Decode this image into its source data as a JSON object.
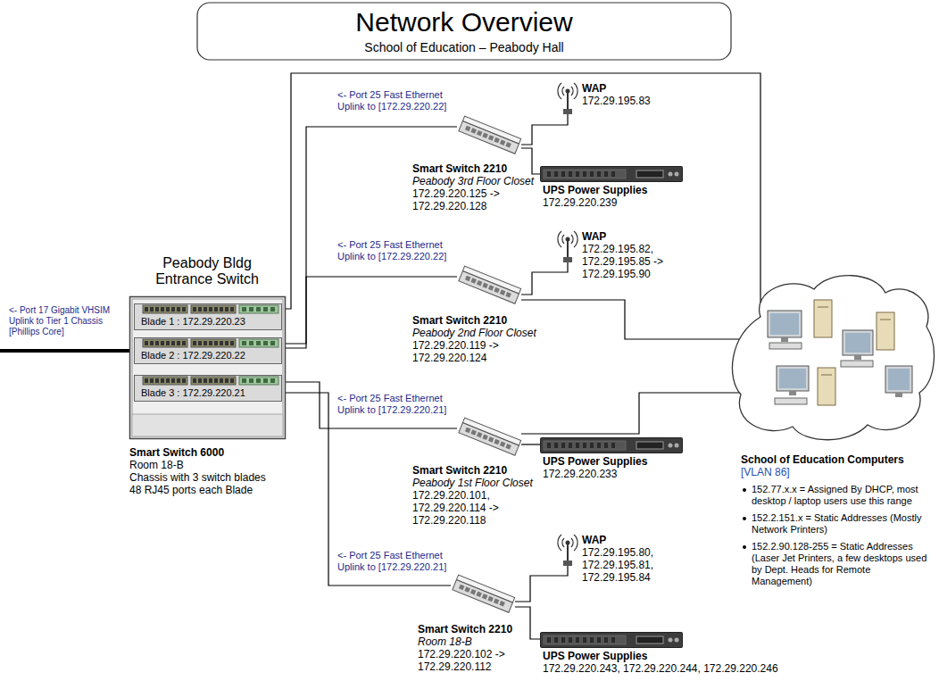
{
  "diagram": {
    "nodes": [
      {
        "text": [
          "Network Overview",
          "School of Education – Peabody Hall"
        ]
      },
      {
        "text": [
          "Peabody Bldg Entrance Switch",
          "Smart Switch 6000",
          "Room 18-B",
          "Chassis with 3 switch blades",
          "48 RJ45 ports each Blade"
        ]
      },
      {
        "text": [
          "Blade 1 : 172.29.220.23"
        ],
        "in": 1
      },
      {
        "text": [
          "Blade 2 : 172.29.220.22"
        ],
        "in": 1
      },
      {
        "text": [
          "Blade 3 : 172.29.220.21"
        ],
        "in": 1
      },
      {
        "text": [
          "Smart Switch 2210",
          "Peabody 3rd Floor Closet",
          "172.29.220.125 -> 172.29.220.128"
        ]
      },
      {
        "text": [
          "WAP",
          "172.29.195.83"
        ]
      },
      {
        "text": [
          "UPS Power Supplies",
          "172.29.220.239"
        ]
      },
      {
        "text": [
          "Smart Switch 2210",
          "Peabody 2nd Floor Closet",
          "172.29.220.119 -> 172.29.220.124"
        ]
      },
      {
        "text": [
          "WAP",
          "172.29.195.82, 172.29.195.85 -> 172.29.195.90"
        ]
      },
      {
        "text": [
          "Smart Switch 2210",
          "Peabody 1st Floor Closet",
          "172.29.220.101, 172.29.220.114 -> 172.29.220.118"
        ]
      },
      {
        "text": [
          "UPS Power Supplies",
          "172.29.220.233"
        ]
      },
      {
        "text": [
          "Smart Switch 2210",
          "Room 18-B",
          "172.29.220.102 -> 172.29.220.112"
        ]
      },
      {
        "text": [
          "WAP",
          "172.29.195.80, 172.29.195.81, 172.29.195.84"
        ]
      },
      {
        "text": [
          "UPS Power Supplies",
          "172.29.220.243, 172.29.220.244, 172.29.220.246"
        ]
      },
      {
        "text": [
          "School of Education Computers",
          "[VLAN 86]",
          "152.77.x.x = Assigned By DHCP, most desktop / laptop users use this range",
          "152.2.151.x = Static Addresses (Mostly Network Printers)",
          "152.2.90.128-255 = Static Addresses (Laser Jet Printers, a few desktops used by Dept. Heads for Remote Management)"
        ]
      }
    ],
    "edges": [
      {
        "from": 2,
        "to": 15,
        "arrow": "none"
      },
      {
        "from": 3,
        "to": 5,
        "arrow": "none",
        "label": "<- Port 25 Fast Ethernet Uplink to [172.29.220.22]"
      },
      {
        "from": 3,
        "to": 8,
        "arrow": "none",
        "label": "<- Port 25 Fast Ethernet Uplink to [172.29.220.22]"
      },
      {
        "from": 4,
        "to": 10,
        "arrow": "none",
        "label": "<- Port 25 Fast Ethernet Uplink to [172.29.220.21]"
      },
      {
        "from": 4,
        "to": 12,
        "arrow": "none",
        "label": "<- Port 25 Fast Ethernet Uplink to [172.29.220.21]"
      },
      {
        "from": 5,
        "to": 6,
        "arrow": "none"
      },
      {
        "from": 5,
        "to": 7,
        "arrow": "none"
      },
      {
        "from": 8,
        "to": 9,
        "arrow": "none"
      },
      {
        "from": 8,
        "to": 15,
        "arrow": "none"
      },
      {
        "from": 10,
        "to": 11,
        "arrow": "none"
      },
      {
        "from": 10,
        "to": 15,
        "arrow": "none"
      },
      {
        "from": 12,
        "to": 13,
        "arrow": "none"
      },
      {
        "from": 12,
        "to": 14,
        "arrow": "none"
      }
    ],
    "labels": [
      "<- Port 17 Gigabit VHSIM Uplink to Tier 1 Chassis [Phillips Core]"
    ]
  }
}
